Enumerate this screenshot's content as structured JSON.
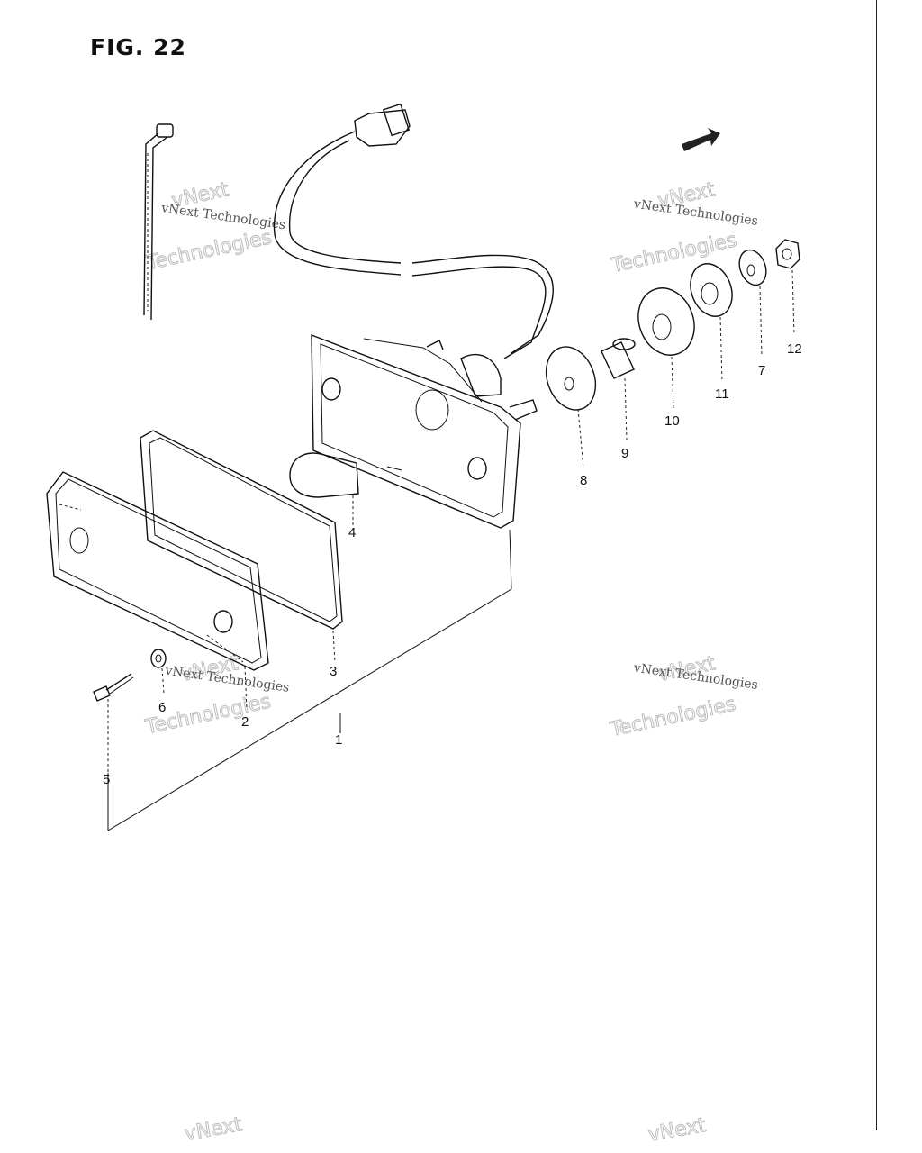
{
  "figure": {
    "title": "FIG. 22"
  },
  "callouts": [
    {
      "id": "1",
      "label": "1"
    },
    {
      "id": "2",
      "label": "2"
    },
    {
      "id": "3",
      "label": "3"
    },
    {
      "id": "4",
      "label": "4"
    },
    {
      "id": "5",
      "label": "5"
    },
    {
      "id": "6",
      "label": "6"
    },
    {
      "id": "7",
      "label": "7"
    },
    {
      "id": "8",
      "label": "8"
    },
    {
      "id": "9",
      "label": "9"
    },
    {
      "id": "10",
      "label": "10"
    },
    {
      "id": "11",
      "label": "11"
    },
    {
      "id": "12",
      "label": "12"
    }
  ],
  "watermark": {
    "line1": "vNext Technologies",
    "line2": "vNext",
    "line3": "Technologies"
  },
  "colors": {
    "ink": "#111111",
    "background": "#ffffff",
    "watermark": "#bdbdbd"
  }
}
